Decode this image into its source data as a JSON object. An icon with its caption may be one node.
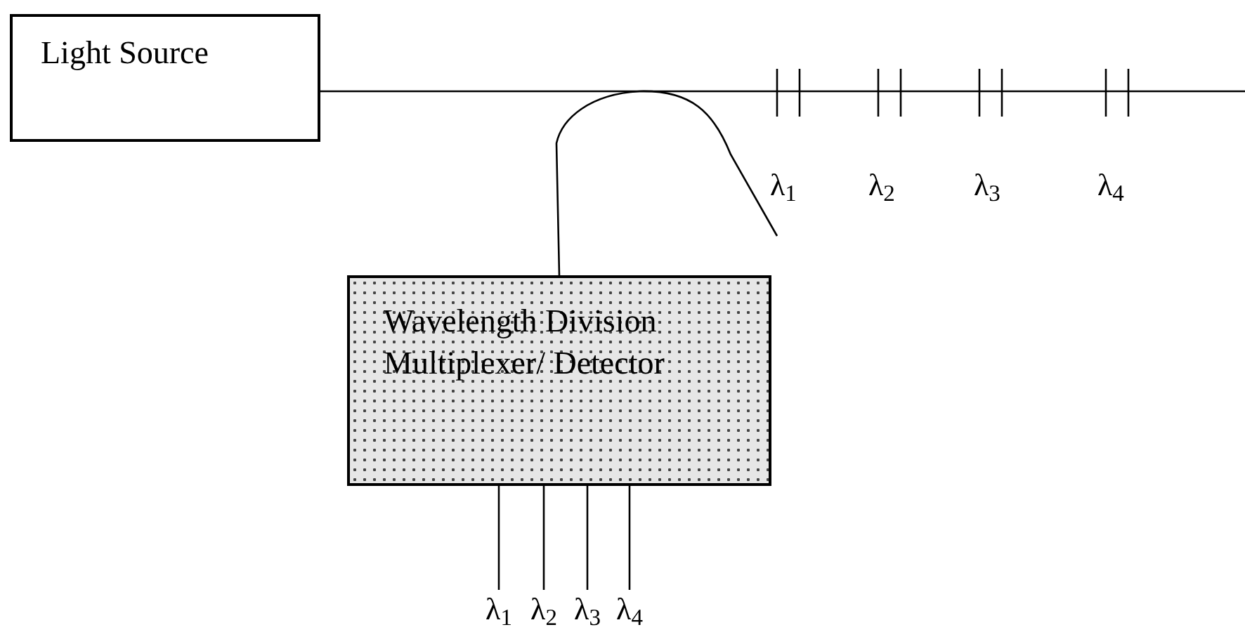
{
  "diagram": {
    "nodes": [
      {
        "text": [
          "Light Source"
        ]
      },
      {
        "text": [
          "Wavelength Division Multiplexer/ Detector"
        ]
      },
      {
        "text": [
          "λ$_{1}$"
        ]
      },
      {
        "text": [
          "λ$_{2}$"
        ]
      },
      {
        "text": [
          "λ$_{3}$"
        ]
      },
      {
        "text": [
          "λ$_{4}$"
        ]
      }
    ],
    "edges": [
      {
        "from": 0,
        "to": null,
        "arrow": "none"
      },
      {
        "from": 1,
        "to": null,
        "arrow": "none"
      },
      {
        "from": 1,
        "to": 2,
        "arrow": "none"
      },
      {
        "from": 1,
        "to": 3,
        "arrow": "none"
      },
      {
        "from": 1,
        "to": 4,
        "arrow": "none"
      },
      {
        "from": 1,
        "to": 5,
        "arrow": "none"
      }
    ],
    "labels": [
      "λ$_{1}$",
      "λ$_{2}$",
      "λ$_{3}$",
      "λ$_{4}$"
    ]
  }
}
